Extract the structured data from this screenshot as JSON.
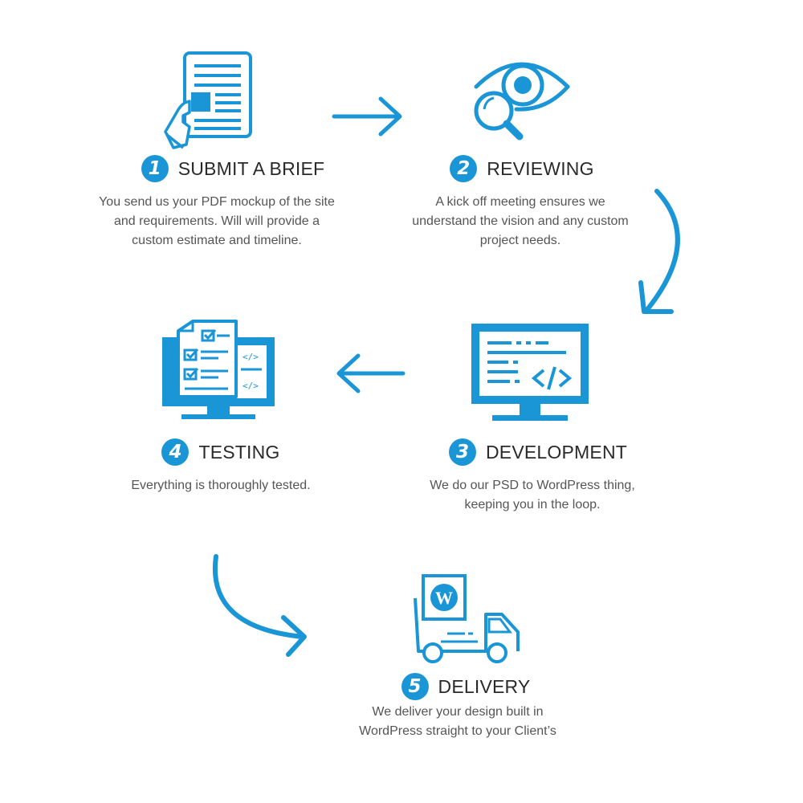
{
  "colors": {
    "accent": "#1a96d6",
    "title": "#2a2a2a",
    "text": "#555555",
    "background": "#ffffff"
  },
  "steps": [
    {
      "number": "1",
      "title": "SUBMIT A BRIEF",
      "icon": "document-hand-icon",
      "lines": [
        "You send us your PDF mockup of the site",
        "and requirements. Will will provide a",
        "custom estimate and timeline."
      ]
    },
    {
      "number": "2",
      "title": "REVIEWING",
      "icon": "eye-magnifier-icon",
      "lines": [
        "A kick off meeting ensures we",
        "understand the vision and any custom",
        "project needs."
      ]
    },
    {
      "number": "3",
      "title": "DEVELOPMENT",
      "icon": "monitor-code-icon",
      "lines": [
        "We do our PSD to WordPress thing,",
        "keeping you in the loop."
      ]
    },
    {
      "number": "4",
      "title": "TESTING",
      "icon": "monitor-checklist-icon",
      "lines": [
        "Everything is thoroughly tested."
      ]
    },
    {
      "number": "5",
      "title": "DELIVERY",
      "icon": "wordpress-truck-icon",
      "lines": [
        "We deliver your design built in",
        "WordPress straight to your Client’s"
      ]
    }
  ]
}
